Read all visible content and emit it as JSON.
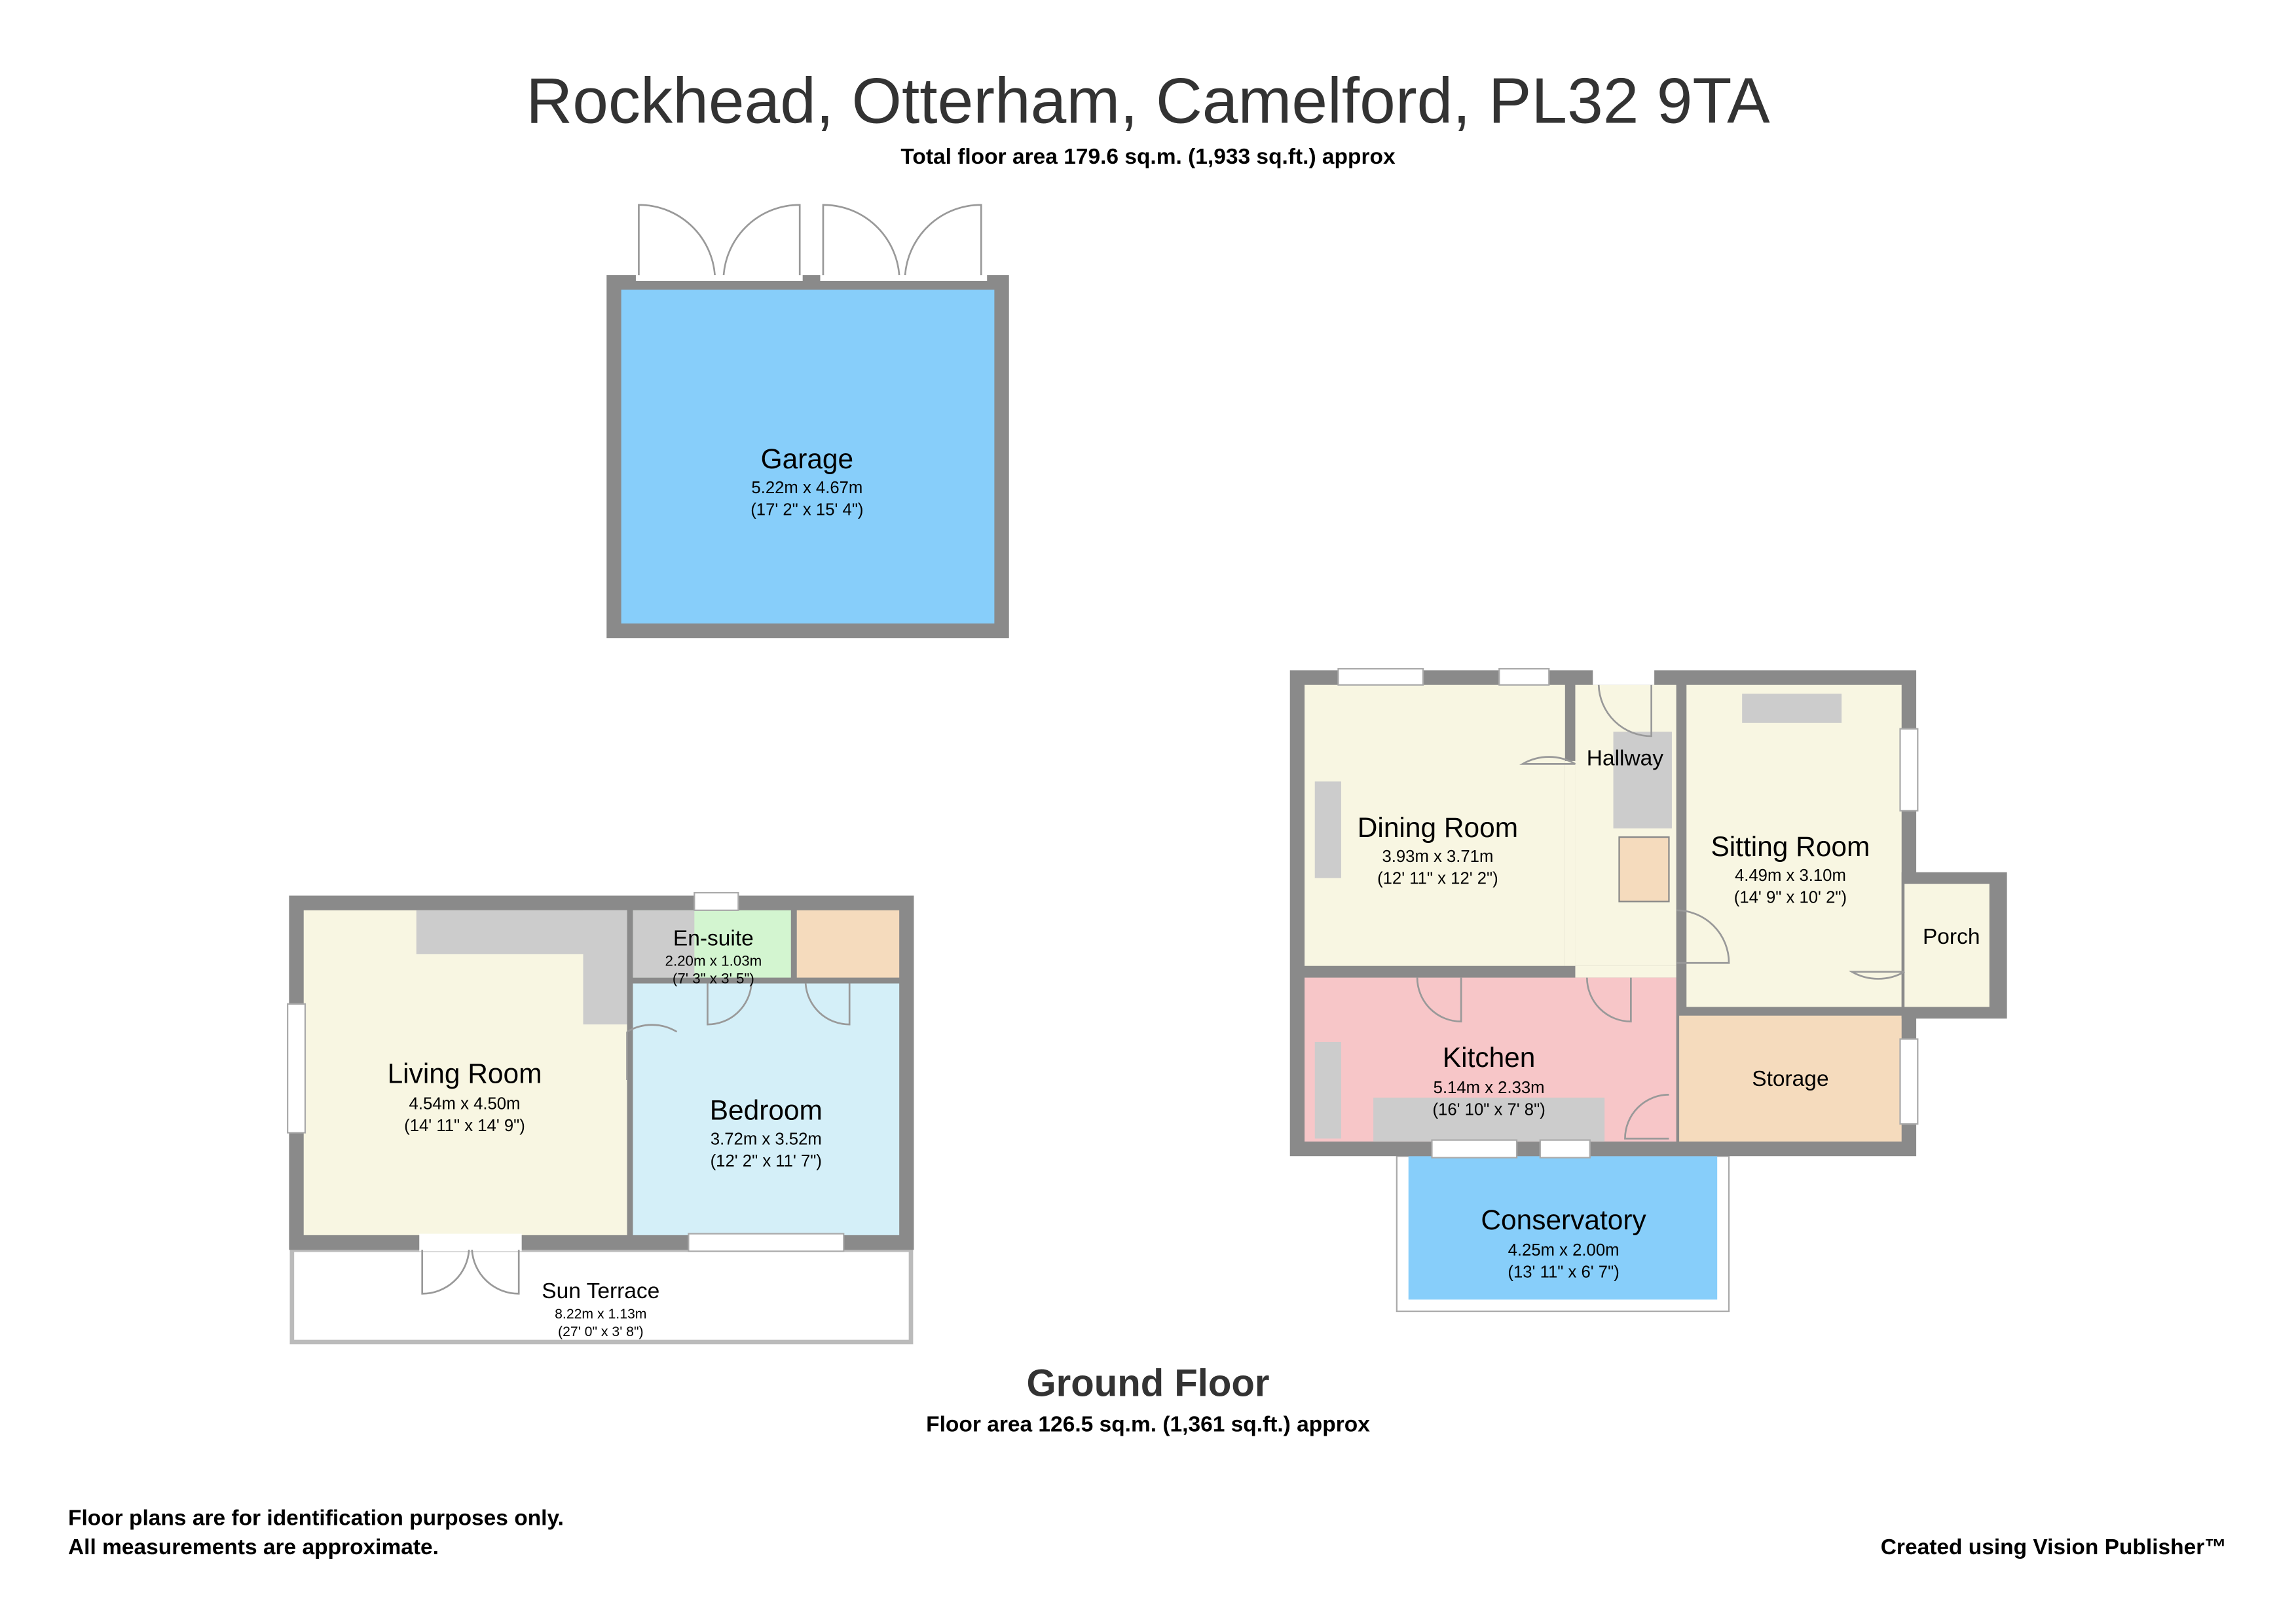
{
  "header": {
    "title": "Rockhead, Otterham, Camelford, PL32 9TA",
    "subtitle": "Total floor area 179.6 sq.m. (1,933 sq.ft.) approx"
  },
  "rooms": {
    "garage": {
      "name": "Garage",
      "metric": "5.22m x 4.67m",
      "imperial": "(17' 2\" x 15' 4\")"
    },
    "living": {
      "name": "Living Room",
      "metric": "4.54m x 4.50m",
      "imperial": "(14' 11\" x 14' 9\")"
    },
    "ensuite": {
      "name": "En-suite",
      "metric": "2.20m x 1.03m",
      "imperial": "(7' 3\" x 3' 5\")"
    },
    "bedroom": {
      "name": "Bedroom",
      "metric": "3.72m x 3.52m",
      "imperial": "(12' 2\" x 11' 7\")"
    },
    "terrace": {
      "name": "Sun Terrace",
      "metric": "8.22m x 1.13m",
      "imperial": "(27' 0\" x 3' 8\")"
    },
    "dining": {
      "name": "Dining Room",
      "metric": "3.93m x 3.71m",
      "imperial": "(12' 11\" x 12' 2\")"
    },
    "hallway": {
      "name": "Hallway"
    },
    "sitting": {
      "name": "Sitting Room",
      "metric": "4.49m x 3.10m",
      "imperial": "(14' 9\" x 10' 2\")"
    },
    "porch": {
      "name": "Porch"
    },
    "kitchen": {
      "name": "Kitchen",
      "metric": "5.14m x 2.33m",
      "imperial": "(16' 10\" x 7' 8\")"
    },
    "storage": {
      "name": "Storage"
    },
    "conservatory": {
      "name": "Conservatory",
      "metric": "4.25m x 2.00m",
      "imperial": "(13' 11\" x 6' 7\")"
    }
  },
  "floor": {
    "name": "Ground Floor",
    "area": "Floor area 126.5 sq.m. (1,361 sq.ft.) approx"
  },
  "footer": {
    "disclaimer1": "Floor plans are for identification purposes only.",
    "disclaimer2": "All measurements are approximate.",
    "credit": "Created using Vision Publisher™"
  },
  "colors": {
    "wall": "#8a8a8a",
    "blue": "#87cefa",
    "cream": "#f8f6e2",
    "lightblue": "#d4eff8",
    "pink": "#f7c6c8",
    "peach": "#f5dbbd",
    "green": "#d3f5d0"
  }
}
